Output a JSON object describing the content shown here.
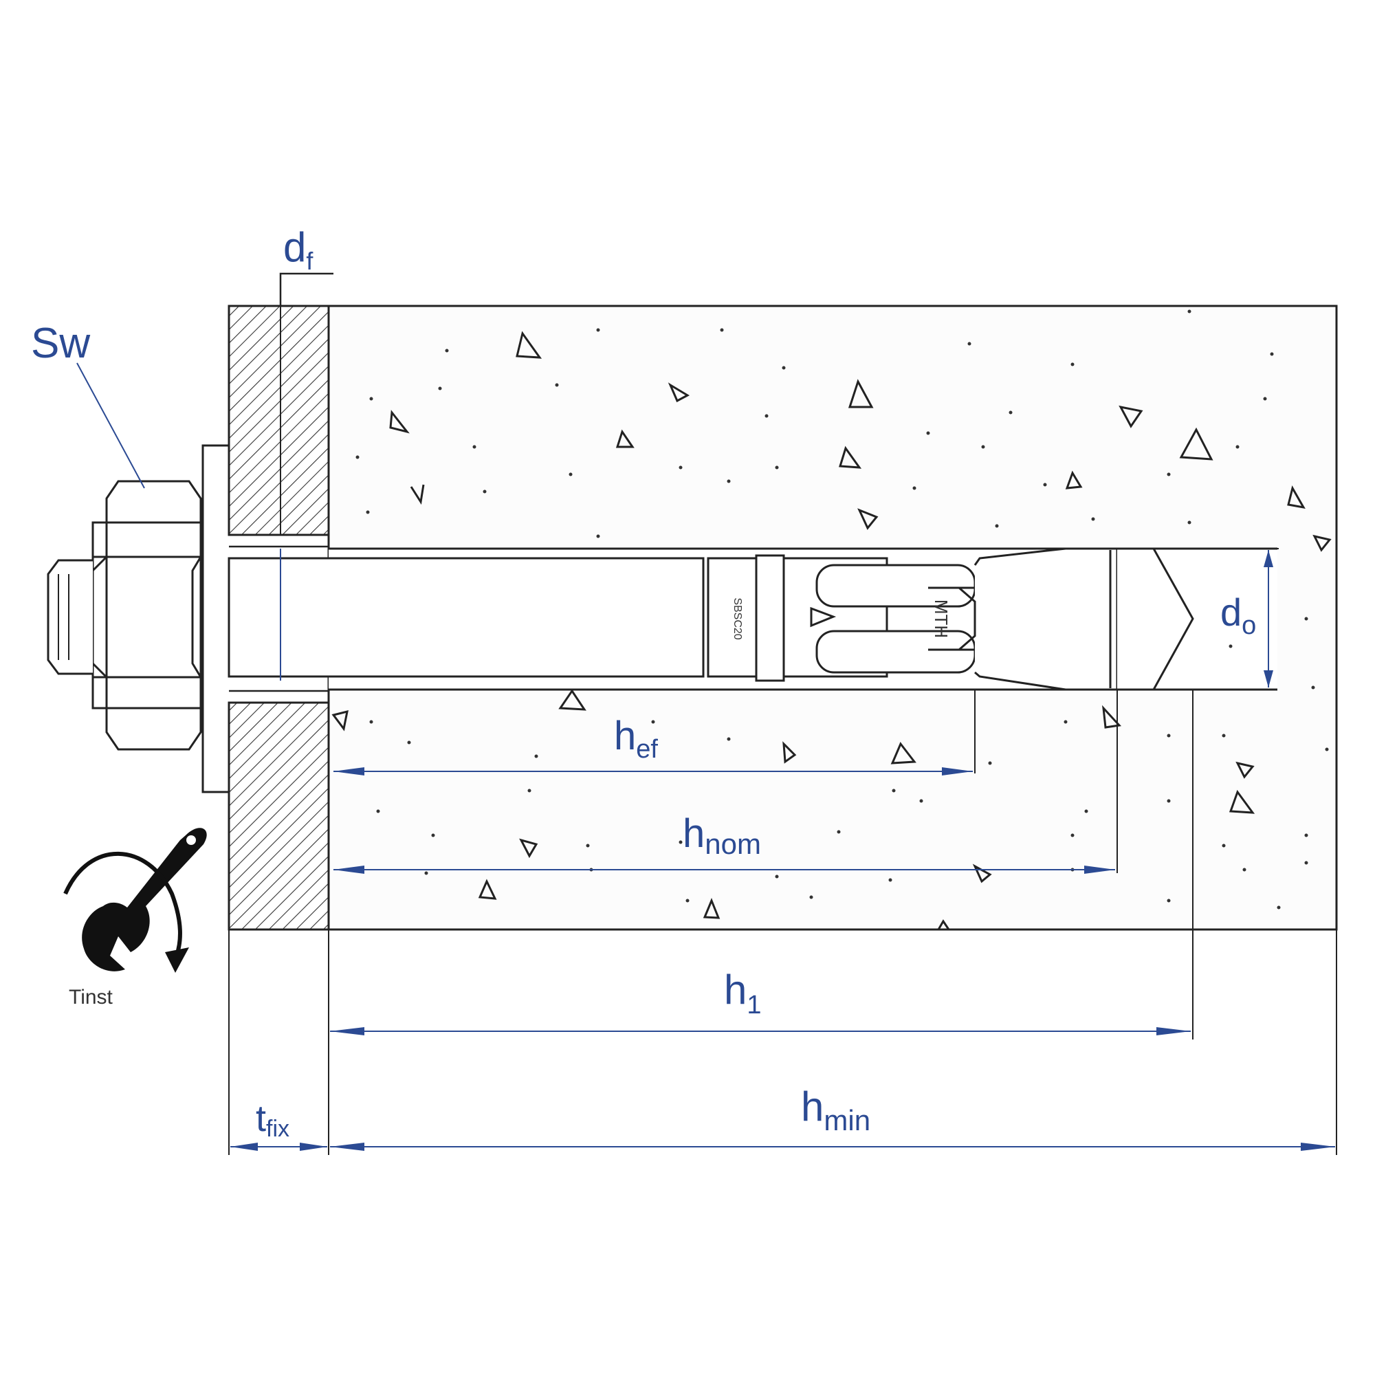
{
  "labels": {
    "sw": "Sw",
    "df_main": "d",
    "df_sub": "f",
    "d0_main": "d",
    "d0_sub": "o",
    "hef_main": "h",
    "hef_sub": "ef",
    "hnom_main": "h",
    "hnom_sub": "nom",
    "h1_main": "h",
    "h1_sub": "1",
    "hmin_main": "h",
    "hmin_sub": "min",
    "tfix_main": "t",
    "tfix_sub": "fix",
    "tinst": "Tinst"
  },
  "anchor_markings": {
    "sleeve_text": "MTH",
    "collar_text": "SBSC20"
  },
  "icons": {
    "wrench": "wrench-icon",
    "rotation": "rotation-arrow-icon"
  },
  "colors": {
    "outline": "#222222",
    "dimension": "#2b4a93",
    "background": "#ffffff"
  }
}
